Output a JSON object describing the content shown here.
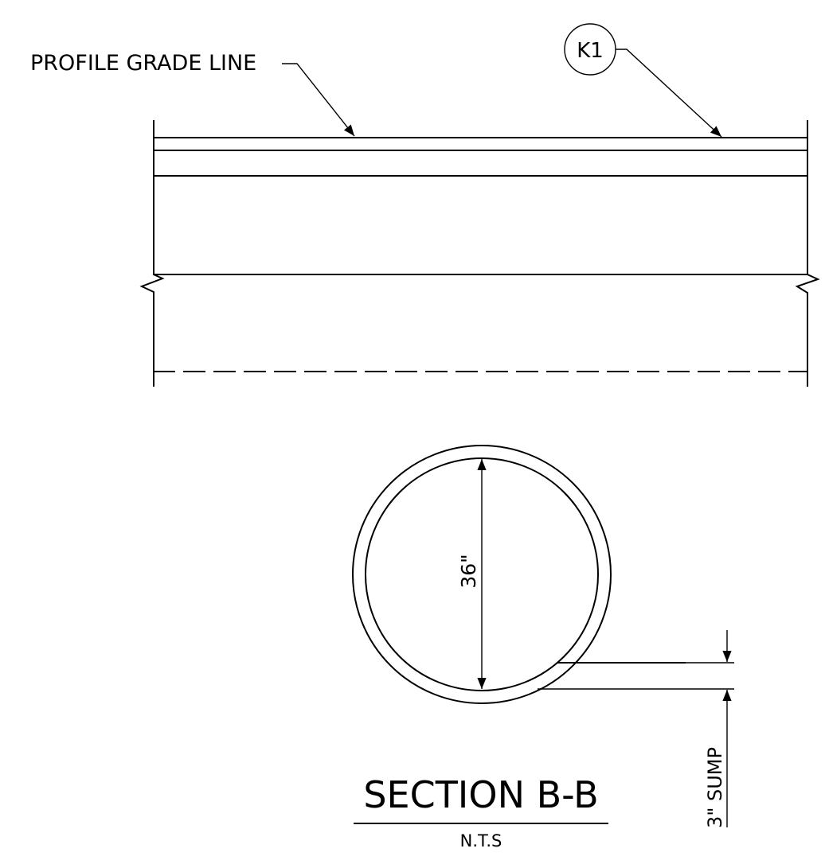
{
  "labels": {
    "profile_grade_line": "PROFILE GRADE LINE",
    "key_callout": "K1",
    "diameter": "36\"",
    "sump": "3\" SUMP",
    "section_title": "SECTION B-B",
    "scale_note": "N.T.S"
  },
  "colors": {
    "line": "#000000",
    "background": "#ffffff"
  }
}
